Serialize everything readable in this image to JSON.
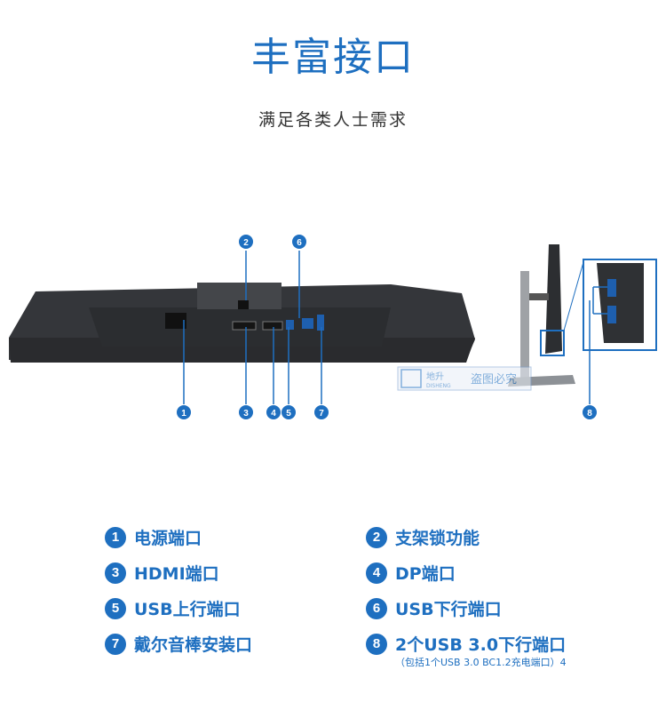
{
  "header": {
    "title": "丰富接口",
    "subtitle": "满足各类人士需求"
  },
  "markers": [
    "1",
    "2",
    "3",
    "4",
    "5",
    "6",
    "7",
    "8"
  ],
  "watermark": {
    "logo_text": "地升",
    "logo_sub": "DISHENG",
    "text": "盗图必究"
  },
  "legend": {
    "items": [
      {
        "num": "1",
        "label": "电源端口"
      },
      {
        "num": "2",
        "label": "支架锁功能"
      },
      {
        "num": "3",
        "label": "HDMI端口"
      },
      {
        "num": "4",
        "label": "DP端口"
      },
      {
        "num": "5",
        "label": "USB上行端口"
      },
      {
        "num": "6",
        "label": "USB下行端口"
      },
      {
        "num": "7",
        "label": "戴尔音棒安装口"
      },
      {
        "num": "8",
        "label": "2个USB 3.0下行端口"
      }
    ],
    "note": "（包括1个USB 3.0 BC1.2充电端口）4"
  },
  "colors": {
    "accent": "#1e6fc0",
    "monitor_body": "#3a3c3f",
    "monitor_dark": "#26282a"
  }
}
